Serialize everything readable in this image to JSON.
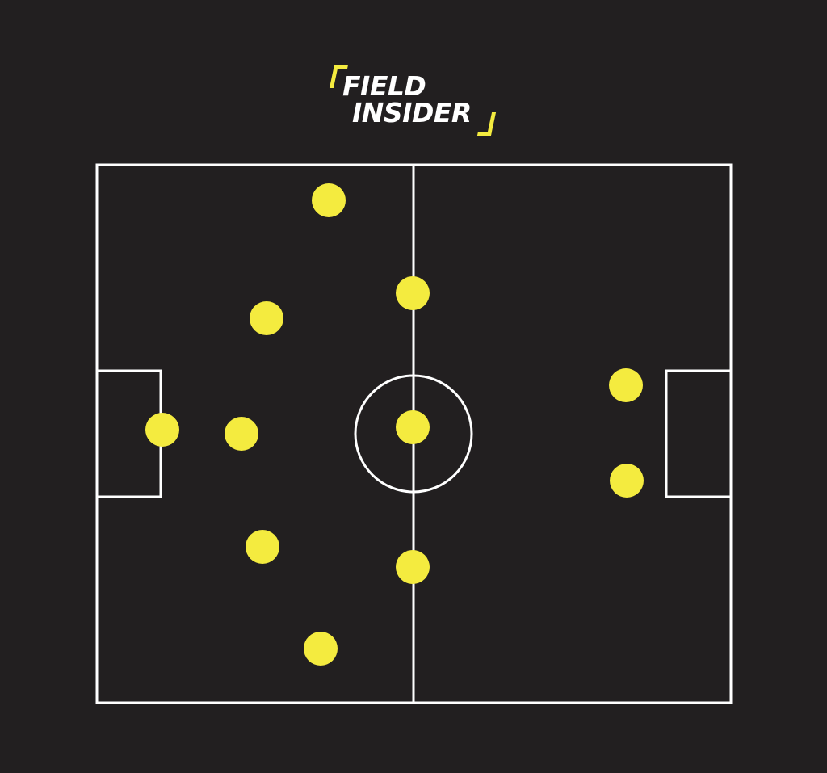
{
  "brand": {
    "line1": "FIELD",
    "line2": "INSIDER",
    "accent_color": "#f4eb3f",
    "text_color": "#ffffff"
  },
  "colors": {
    "background": "#221f20",
    "pitch_lines": "#ffffff",
    "player": "#f4eb3f"
  },
  "players_count": 11
}
